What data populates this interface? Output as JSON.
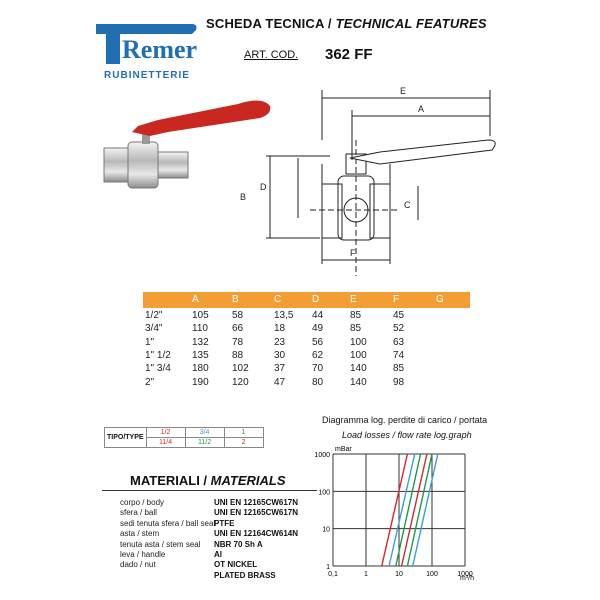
{
  "brand": {
    "logo_text": "Remer",
    "subtitle": "RUBINETTERIE"
  },
  "header": {
    "title_it": "SCHEDA TECNICA  /",
    "title_en": "TECHNICAL FEATURES",
    "art_label": "ART. COD.",
    "art_code": "362 FF"
  },
  "drawing_labels": {
    "E": "E",
    "A": "A",
    "B": "B",
    "D": "D",
    "C": "C",
    "F": "F"
  },
  "dimensions": {
    "headers": [
      "A",
      "B",
      "C",
      "D",
      "E",
      "F",
      "G"
    ],
    "rows": [
      {
        "size": "1/2\"",
        "values": [
          "105",
          "58",
          "13,5",
          "44",
          "85",
          "45"
        ]
      },
      {
        "size": "3/4\"",
        "values": [
          "110",
          "66",
          "18",
          "49",
          "85",
          "52"
        ]
      },
      {
        "size": "1\"",
        "values": [
          "132",
          "78",
          "23",
          "56",
          "100",
          "63"
        ]
      },
      {
        "size": "1\"  1/2",
        "values": [
          "135",
          "88",
          "30",
          "62",
          "100",
          "74"
        ]
      },
      {
        "size": "1\"  3/4",
        "values": [
          "180",
          "102",
          "37",
          "70",
          "140",
          "85"
        ]
      },
      {
        "size": "2\"",
        "values": [
          "190",
          "120",
          "47",
          "80",
          "140",
          "98"
        ]
      }
    ]
  },
  "type_table": {
    "label": "TIPO/TYPE",
    "row1": [
      "1/2",
      "3/4",
      "1"
    ],
    "row2": [
      "11/4",
      "11/2",
      "2"
    ],
    "colors": [
      "#d9262e",
      "#3aa0d8",
      "#1c9a4b"
    ]
  },
  "materials": {
    "title": "MATERIALI /",
    "title_en": "MATERIALS",
    "items": [
      {
        "label": "corpo / body",
        "value": "UNI EN 12165CW617N"
      },
      {
        "label": "sfera / ball",
        "value": "UNI EN 12165CW617N"
      },
      {
        "label": "sedi tenuta sfera / ball seal",
        "value": "PTFE"
      },
      {
        "label": "asta / stem",
        "value": "UNI EN 12164CW614N"
      },
      {
        "label": "tenuta asta / stem seal",
        "value": "NBR 70 Sh A"
      },
      {
        "label": "leva  / handle",
        "value": "Al"
      },
      {
        "label": "dado / nut",
        "value": "OT NICKEL"
      },
      {
        "label": "",
        "value": "PLATED BRASS"
      }
    ]
  },
  "chart_data": {
    "type": "line",
    "title": "Diagramma log. perdite di carico / portata",
    "subtitle": "Load losses / flow rate log.graph",
    "ylabel": "mBar",
    "xlabel": "m³/h",
    "x_scale": "log",
    "y_scale": "log",
    "xlim": [
      0.1,
      1000
    ],
    "ylim": [
      1,
      1000
    ],
    "x_ticks": [
      "0,1",
      "1",
      "10",
      "100",
      "1000"
    ],
    "y_ticks": [
      "1",
      "10",
      "100",
      "1000"
    ],
    "series": [
      {
        "color": "#d9262e",
        "x": [
          3,
          18
        ],
        "y": [
          1,
          1000
        ]
      },
      {
        "color": "#3aa0d8",
        "x": [
          5,
          30
        ],
        "y": [
          1,
          1000
        ]
      },
      {
        "color": "#1c9a4b",
        "x": [
          8,
          45
        ],
        "y": [
          1,
          1000
        ]
      },
      {
        "color": "#d9262e",
        "x": [
          12,
          70
        ],
        "y": [
          1,
          1000
        ]
      },
      {
        "color": "#1c9a4b",
        "x": [
          18,
          100
        ],
        "y": [
          1,
          1000
        ]
      },
      {
        "color": "#3aa0d8",
        "x": [
          26,
          150
        ],
        "y": [
          1,
          1000
        ]
      }
    ]
  }
}
